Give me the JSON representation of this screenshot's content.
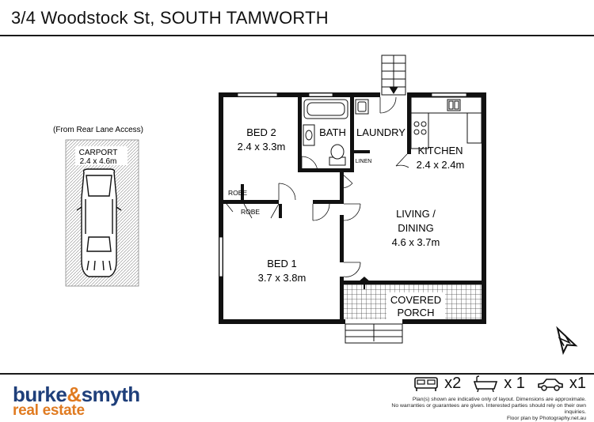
{
  "header": {
    "title": "3/4 Woodstock St, SOUTH TAMWORTH"
  },
  "carport": {
    "access_note": "(From Rear Lane Access)",
    "name": "CARPORT",
    "size": "2.4 x 4.6m"
  },
  "rooms": {
    "bed2_name": "BED 2",
    "bed2_size": "2.4 x 3.3m",
    "bath": "BATH",
    "laundry": "LAUNDRY",
    "kitchen_name": "KITCHEN",
    "kitchen_size": "2.4 x 2.4m",
    "linen": "LINEN",
    "robe_bed2": "ROBE",
    "robe_bed1": "ROBE",
    "living_line1": "LIVING /",
    "living_line2": "DINING",
    "living_size": "4.6 x 3.7m",
    "bed1_name": "BED 1",
    "bed1_size": "3.7 x 3.8m",
    "porch_line1": "COVERED",
    "porch_line2": "PORCH"
  },
  "footer": {
    "logo_burke": "burke",
    "logo_amp": "&",
    "logo_smyth": "smyth",
    "logo_sub": "real estate",
    "bed_count": "x2",
    "bath_count": "x 1",
    "car_count": "x1",
    "disclaimer": [
      "Plan(s) shown are indicative only of layout. Dimensions are approximate.",
      "No warranties or guarantees are given. Interested parties should rely on their own inquiries.",
      "Floor plan by Photography.net.au"
    ]
  },
  "icons": [
    "compass-north-icon",
    "bed-icon",
    "bath-icon",
    "car-icon",
    "car-topview-icon"
  ]
}
